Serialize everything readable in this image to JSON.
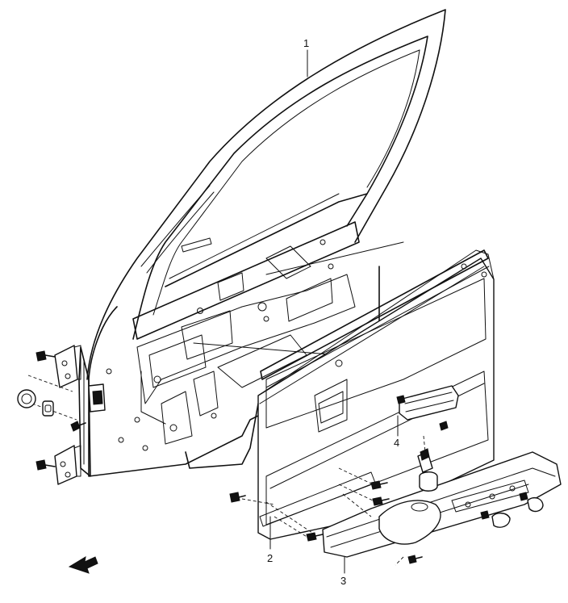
{
  "callouts": [
    {
      "id": "1",
      "label": "1"
    },
    {
      "id": "2",
      "label": "2"
    },
    {
      "id": "3",
      "label": "3"
    },
    {
      "id": "4",
      "label": "4"
    }
  ],
  "icons": {
    "front_direction": "front-arrow-icon"
  }
}
